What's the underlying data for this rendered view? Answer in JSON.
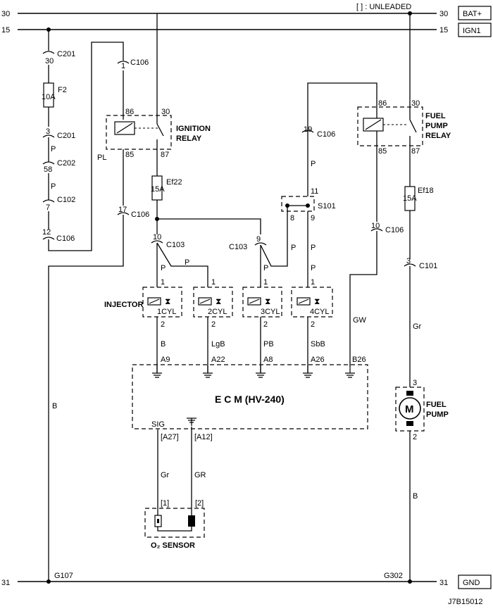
{
  "rails": {
    "top_left_30": "30",
    "top_right_30": "30",
    "bat": "BAT+",
    "left_15": "15",
    "right_15": "15",
    "ign1": "IGN1",
    "left_31": "31",
    "right_31": "31",
    "gnd": "GND"
  },
  "note": "[ ] : UNLEADED",
  "connectors": {
    "c201_a": "C201",
    "pin_30_c201": "30",
    "fuse_f2": "F2",
    "fuse_f2_amp": "10A",
    "c201_b": "C201",
    "pin_3_c201": "3",
    "c202": "C202",
    "pin_58": "58",
    "c102": "C102",
    "pin_7": "7",
    "c106_a": "C106",
    "pin_12": "12",
    "c106_b": "C106",
    "pin_1": "1",
    "c106_c": "C106",
    "pin_17": "17",
    "c106_d": "C106",
    "pin_19": "19",
    "c106_e": "C106",
    "pin_10_c106": "10",
    "c103_a": "C103",
    "pin_10_c103": "10",
    "c103_b": "C103",
    "pin_9_c103": "9",
    "c101": "C101",
    "pin_3_c101": "3"
  },
  "ignition_relay": {
    "label1": "IGNITION",
    "label2": "RELAY",
    "p86": "86",
    "p30": "30",
    "p85": "85",
    "p87": "87"
  },
  "fuel_pump_relay": {
    "label1": "FUEL",
    "label2": "PUMP",
    "label3": "RELAY",
    "p86": "86",
    "p30": "30",
    "p85": "85",
    "p87": "87"
  },
  "fuses": {
    "ef22": "Ef22",
    "ef22_amp": "15A",
    "ef18": "Ef18",
    "ef18_amp": "15A"
  },
  "splice": {
    "name": "S101",
    "p11": "11",
    "p8": "8",
    "p9": "9"
  },
  "wires": {
    "pl": "PL",
    "p_left": "P",
    "p_mid": "P",
    "p_inj1": "P",
    "p_inj2": "P",
    "p_inj3": "P",
    "p_inj4": "P",
    "p_col3": "P",
    "p_col4": "P",
    "p_splice8": "P",
    "p_splice9": "P",
    "b_inj1": "B",
    "lgb": "LgB",
    "pb": "PB",
    "sbb": "SbB",
    "gw": "GW",
    "gr_pump": "Gr",
    "b_ground": "B",
    "b_pump": "B",
    "gr_sig": "Gr",
    "gr_gnd": "GR"
  },
  "injectors": {
    "label": "INJECTOR",
    "items": [
      {
        "name": "1CYL",
        "top": "1",
        "bottom": "2"
      },
      {
        "name": "2CYL",
        "top": "1",
        "bottom": "2"
      },
      {
        "name": "3CYL",
        "top": "1",
        "bottom": "2"
      },
      {
        "name": "4CYL",
        "top": "1",
        "bottom": "2"
      }
    ]
  },
  "ecm": {
    "label": "E C M (HV-240)",
    "pins": {
      "a9": "A9",
      "a22": "A22",
      "a8": "A8",
      "a26": "A26",
      "b26": "B26"
    },
    "sig": "SIG",
    "a27": "[A27]",
    "a12": "[A12]"
  },
  "o2_sensor": {
    "label": "O₂ SENSOR",
    "p1": "[1]",
    "p2": "[2]"
  },
  "fuel_pump": {
    "label1": "FUEL",
    "label2": "PUMP",
    "motor": "M",
    "p3": "3",
    "p2": "2"
  },
  "grounds": {
    "g107": "G107",
    "g302": "G302"
  },
  "figure_id": "J7B15012"
}
